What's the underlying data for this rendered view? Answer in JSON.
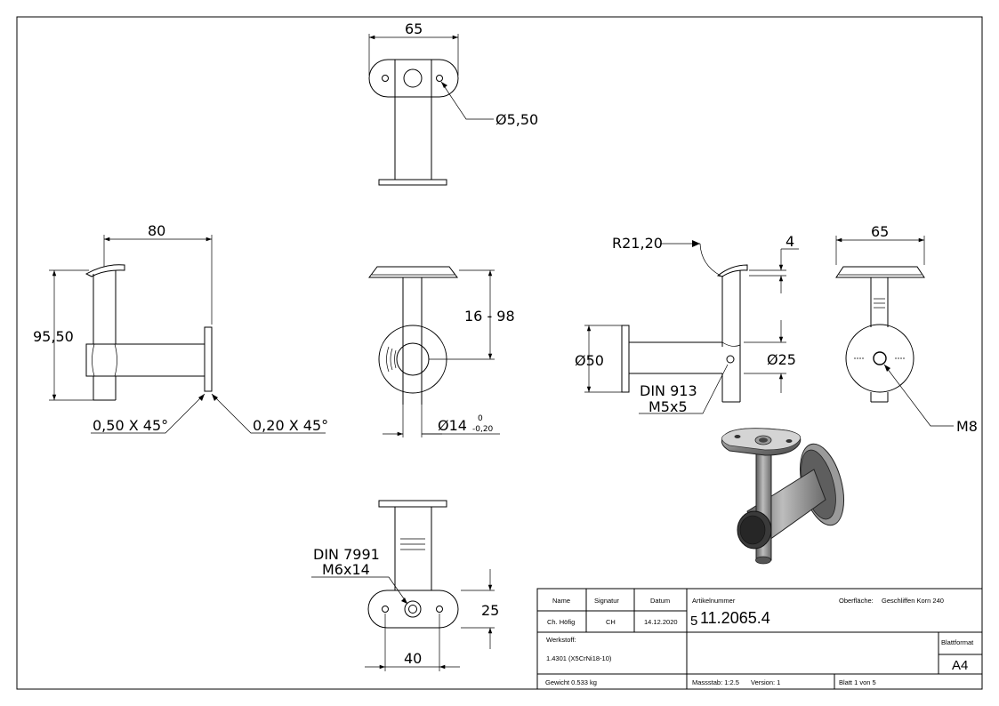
{
  "dimensions": {
    "top_width": "65",
    "hole_diameter": "Ø5,50",
    "side_width": "80",
    "side_height": "95,50",
    "chamfer_left": "0,50 X 45°",
    "chamfer_right": "0,20 X 45°",
    "height_range": "16 - 98",
    "tube_diameter": "Ø14",
    "tol_upper": "0",
    "tol_lower": "-0,20",
    "radius": "R21,20",
    "plate_thickness": "4",
    "flange_diameter": "Ø50",
    "rod_diameter": "Ø25",
    "screw_label_1": "DIN 913",
    "screw_label_2": "M5x5",
    "right_width": "65",
    "thread": "M8",
    "bottom_screw_1": "DIN 7991",
    "bottom_screw_2": "M6x14",
    "bottom_height": "25",
    "bottom_width": "40"
  },
  "title_block": {
    "headers": {
      "name": "Name",
      "signatur": "Signatur",
      "datum": "Datum"
    },
    "name": "Ch. Höfig",
    "signatur": "CH",
    "datum": "14.12.2020",
    "artikelnummer_label": "Artikelnummer",
    "artikelnummer_prefix": "5",
    "artikelnummer": "11.2065.4",
    "oberflaeche_label": "Oberfläche:",
    "oberflaeche": "Geschliffen Korn 240",
    "werkstoff_label": "Werkstoff:",
    "werkstoff": "1.4301 (X5CrNi18-10)",
    "blattformat_label": "Blattformat",
    "blattformat": "A4",
    "gewicht": "Gewicht 0.533 kg",
    "massstab": "Massstab: 1:2.5",
    "version": "Version: 1",
    "blatt": "Blatt 1 von 5"
  }
}
